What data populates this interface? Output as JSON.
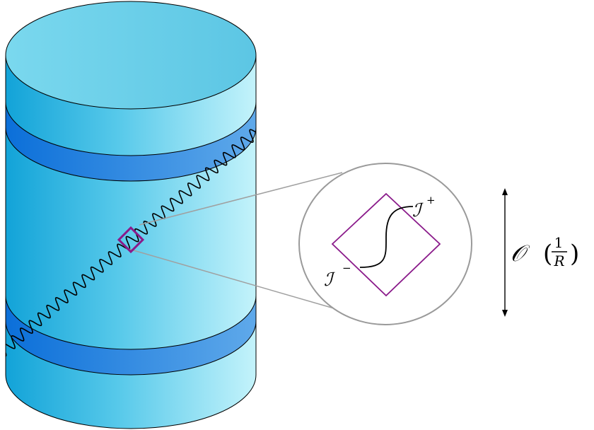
{
  "labels": {
    "scri_plus": "ℐ",
    "scri_plus_sup": "+",
    "scri_minus": "ℐ",
    "scri_minus_sup": "−",
    "scale_calligraphic": "𝒪",
    "scale_open": "(",
    "scale_num": "1",
    "scale_den": "R",
    "scale_close": ")"
  },
  "colors": {
    "cylinder_light": "#bff0f9",
    "cylinder_mid": "#7fd9ef",
    "cylinder_dark": "#1597d6",
    "band_light": "#5aa6ea",
    "band_dark": "#0e73dc",
    "top_ellipse": "#6dcfe8",
    "diamond": "#8a1a8a",
    "magnifier_ring": "#9a9a9a",
    "wave": "#000000"
  },
  "icons": {
    "wavy_line": "wavy-line",
    "scale_arrow": "double-headed-arrow",
    "magnifier": "zoom-circle"
  }
}
